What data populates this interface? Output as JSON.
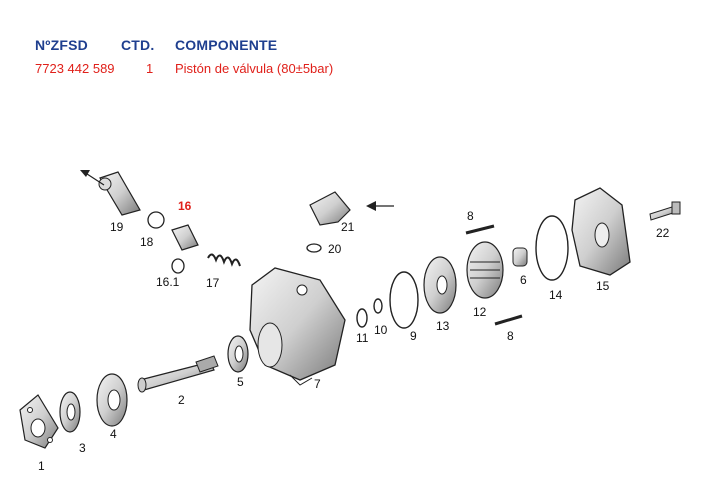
{
  "header": {
    "col_part": "NºZFSD",
    "col_qty": "CTD.",
    "col_component": "COMPONENTE"
  },
  "row": {
    "part_number": "7723 442 589",
    "qty": "1",
    "component": "Pistón de válvula (80±5bar)"
  },
  "callouts": {
    "c1": "1",
    "c2": "2",
    "c3": "3",
    "c4": "4",
    "c5": "5",
    "c6": "6",
    "c7": "7",
    "c8a": "8",
    "c8b": "8",
    "c9": "9",
    "c10": "10",
    "c11": "11",
    "c12": "12",
    "c13": "13",
    "c14": "14",
    "c15": "15",
    "c16": "16",
    "c16_1": "16.1",
    "c17": "17",
    "c18": "18",
    "c19": "19",
    "c20": "20",
    "c21": "21",
    "c22": "22"
  },
  "colors": {
    "header_blue": "#1f3f8f",
    "value_red": "#e0201a",
    "highlight": "#e0201a"
  }
}
